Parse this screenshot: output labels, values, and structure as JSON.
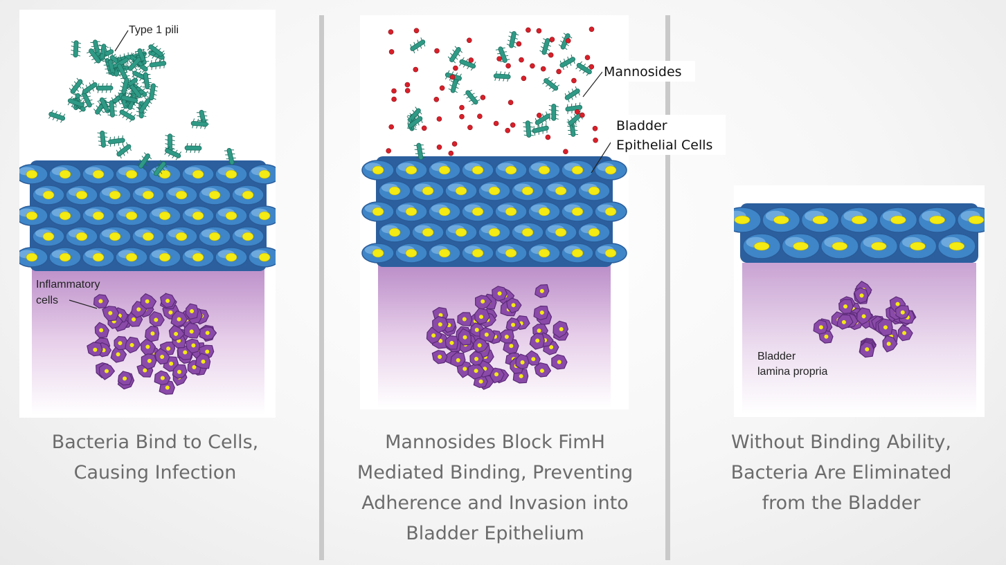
{
  "panels": [
    {
      "caption": [
        "Bacteria Bind to Cells,",
        "Causing Infection"
      ],
      "labels": {
        "pili": "Type 1 pili",
        "inflammatory_1": "Inflammatory",
        "inflammatory_2": "cells"
      }
    },
    {
      "caption": [
        "Mannosides Block FimH",
        "Mediated Binding, Preventing",
        "Adherence and Invasion into",
        "Bladder Epithelium"
      ],
      "labels": {
        "mannosides": "Mannosides",
        "epithelial_1": "Bladder",
        "epithelial_2": "Epithelial Cells"
      }
    },
    {
      "caption": [
        "Without Binding Ability,",
        "Bacteria Are Eliminated",
        "from the Bladder"
      ],
      "labels": {
        "lamina_1": "Bladder",
        "lamina_2": "lamina propria"
      }
    }
  ],
  "colors": {
    "epithelial_cell": "#3f86c8",
    "nucleus": "#f4ea14",
    "inflammatory_cell": "#8a4aa8",
    "bacteria": "#2f9a86",
    "mannoside": "#d8202a",
    "lamina": "#d9b3de"
  }
}
